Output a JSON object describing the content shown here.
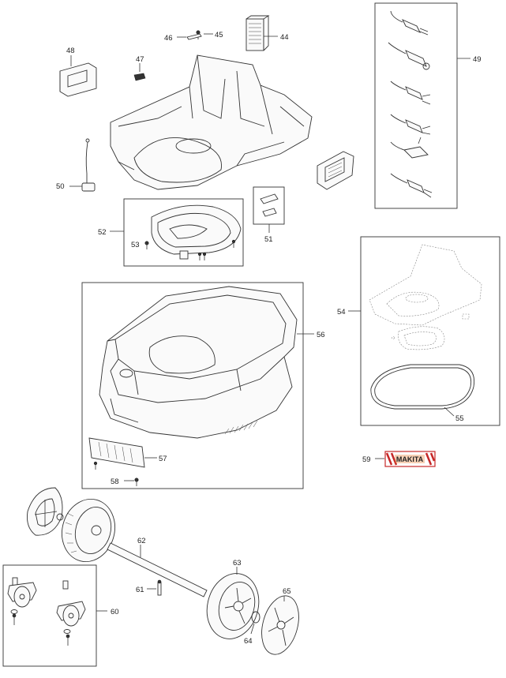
{
  "parts": [
    {
      "id": "p44",
      "label": "44"
    },
    {
      "id": "p45",
      "label": "45"
    },
    {
      "id": "p46",
      "label": "46"
    },
    {
      "id": "p47",
      "label": "47"
    },
    {
      "id": "p48",
      "label": "48"
    },
    {
      "id": "p49",
      "label": "49"
    },
    {
      "id": "p50",
      "label": "50"
    },
    {
      "id": "p51",
      "label": "51"
    },
    {
      "id": "p52",
      "label": "52"
    },
    {
      "id": "p53",
      "label": "53"
    },
    {
      "id": "p54",
      "label": "54"
    },
    {
      "id": "p55",
      "label": "55"
    },
    {
      "id": "p56",
      "label": "56"
    },
    {
      "id": "p57",
      "label": "57"
    },
    {
      "id": "p58",
      "label": "58"
    },
    {
      "id": "p59",
      "label": "59"
    },
    {
      "id": "p60",
      "label": "60"
    },
    {
      "id": "p61",
      "label": "61"
    },
    {
      "id": "p62",
      "label": "62"
    },
    {
      "id": "p63",
      "label": "63"
    },
    {
      "id": "p64",
      "label": "64"
    },
    {
      "id": "p65",
      "label": "65"
    }
  ],
  "logo_text": "MAKITA",
  "colors": {
    "line": "#333333",
    "logo_red": "#c62828",
    "logo_orange": "#e8782a"
  }
}
